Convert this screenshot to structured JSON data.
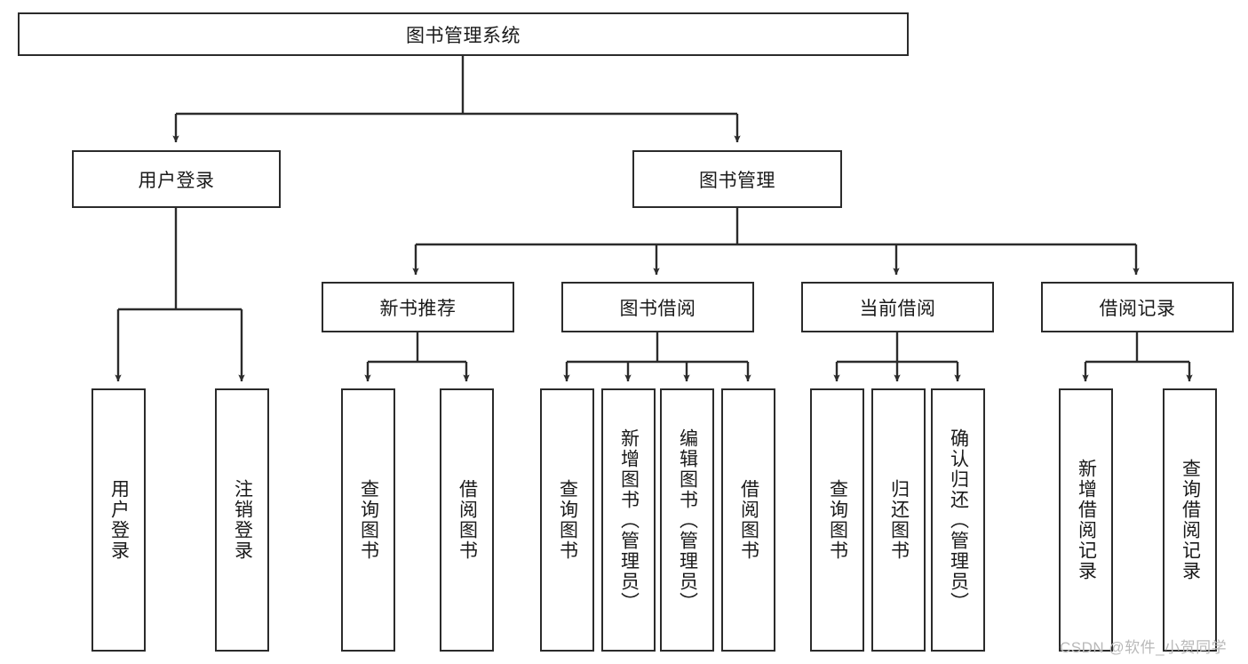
{
  "diagram": {
    "type": "tree-hierarchy-chart",
    "title": "图书管理系统",
    "watermark": "CSDN @软件_小贺同学",
    "colors": {
      "stroke": "#2b2b2b",
      "fill": "#ffffff",
      "background": "#ffffff",
      "watermark": "#b9b9b9"
    },
    "levels": {
      "root": {
        "label": "图书管理系统"
      },
      "level2": [
        {
          "id": "user-login",
          "label": "用户登录"
        },
        {
          "id": "book-management",
          "label": "图书管理"
        }
      ],
      "level3": [
        {
          "id": "new-book-recommend",
          "label": "新书推荐",
          "parent": "book-management"
        },
        {
          "id": "book-borrow",
          "label": "图书借阅",
          "parent": "book-management"
        },
        {
          "id": "current-borrow",
          "label": "当前借阅",
          "parent": "book-management"
        },
        {
          "id": "borrow-record",
          "label": "借阅记录",
          "parent": "book-management"
        }
      ],
      "leaves": [
        {
          "id": "leaf-user-login",
          "label": "用户登录",
          "parent": "user-login"
        },
        {
          "id": "leaf-logout-login",
          "label": "注销登录",
          "parent": "user-login"
        },
        {
          "id": "leaf-query-book-1",
          "label": "查询图书",
          "parent": "new-book-recommend"
        },
        {
          "id": "leaf-borrow-book-1",
          "label": "借阅图书",
          "parent": "new-book-recommend"
        },
        {
          "id": "leaf-query-book-2",
          "label": "查询图书",
          "parent": "book-borrow"
        },
        {
          "id": "leaf-add-book",
          "label": "新增图书（管理员）",
          "parent": "book-borrow"
        },
        {
          "id": "leaf-edit-book",
          "label": "编辑图书（管理员）",
          "parent": "book-borrow"
        },
        {
          "id": "leaf-borrow-book-2",
          "label": "借阅图书",
          "parent": "book-borrow"
        },
        {
          "id": "leaf-query-book-3",
          "label": "查询图书",
          "parent": "current-borrow"
        },
        {
          "id": "leaf-return-book",
          "label": "归还图书",
          "parent": "current-borrow"
        },
        {
          "id": "leaf-confirm-return",
          "label": "确认归还（管理员）",
          "parent": "current-borrow"
        },
        {
          "id": "leaf-add-record",
          "label": "新增借阅记录",
          "parent": "borrow-record"
        },
        {
          "id": "leaf-query-record",
          "label": "查询借阅记录",
          "parent": "borrow-record"
        }
      ]
    }
  }
}
